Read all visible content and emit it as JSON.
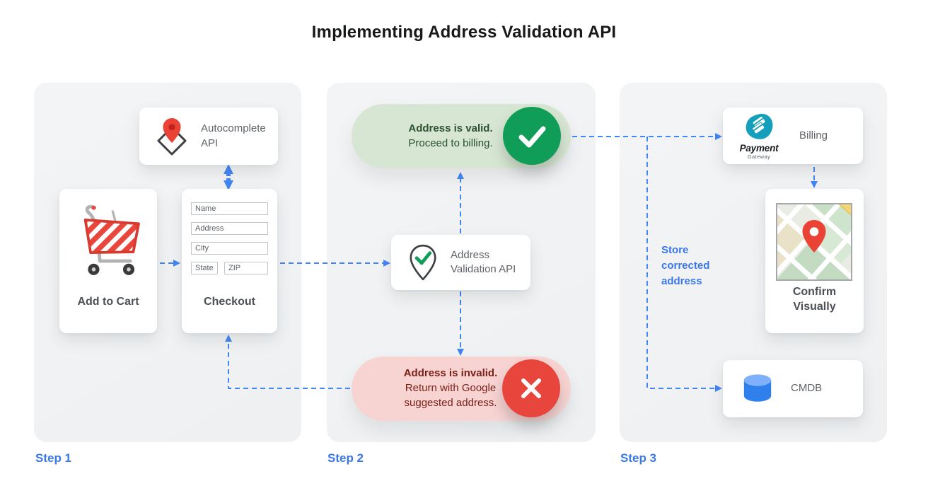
{
  "title": "Implementing Address Validation API",
  "colors": {
    "arrow_blue": "#4285f4",
    "step_label_blue": "#3b78e7",
    "panel_gray": "#f1f3f4",
    "valid_pill_bg": "#d7e6d2",
    "valid_circle_green": "#0f9d58",
    "valid_text_green": "#2a5130",
    "invalid_pill_bg": "#f7d3d1",
    "invalid_circle_red": "#e8453c",
    "invalid_text_red": "#7c2018",
    "card_text_gray": "#5f6368",
    "label_dark_gray": "#4d5156"
  },
  "steps": {
    "step1": "Step 1",
    "step2": "Step 2",
    "step3": "Step 3"
  },
  "step1": {
    "autocomplete_card": {
      "icon": "map-pin-diamond-icon",
      "title": "Autocomplete API"
    },
    "add_to_cart_card": {
      "icon": "shopping-cart-icon",
      "title": "Add to Cart"
    },
    "checkout_card": {
      "title": "Checkout",
      "fields": {
        "name": "Name",
        "address": "Address",
        "city": "City",
        "state": "State",
        "zip": "ZIP"
      }
    }
  },
  "step2": {
    "valid_pill": {
      "icon": "check-circle-icon",
      "title": "Address is valid.",
      "subtitle": "Proceed to billing."
    },
    "validation_card": {
      "icon": "pin-check-icon",
      "title": "Address Validation API"
    },
    "invalid_pill": {
      "icon": "x-circle-icon",
      "title": "Address is invalid.",
      "subtitle": "Return with Google suggested address."
    }
  },
  "step3": {
    "billing_card": {
      "icon": "payment-gateway-logo",
      "logo_title": "Payment",
      "logo_subtitle": "Gateway",
      "title": "Billing"
    },
    "confirm_card": {
      "icon": "map-image",
      "title": "Confirm Visually"
    },
    "cmdb_card": {
      "icon": "database-icon",
      "title": "CMDB"
    },
    "store_note": "Store corrected address"
  }
}
